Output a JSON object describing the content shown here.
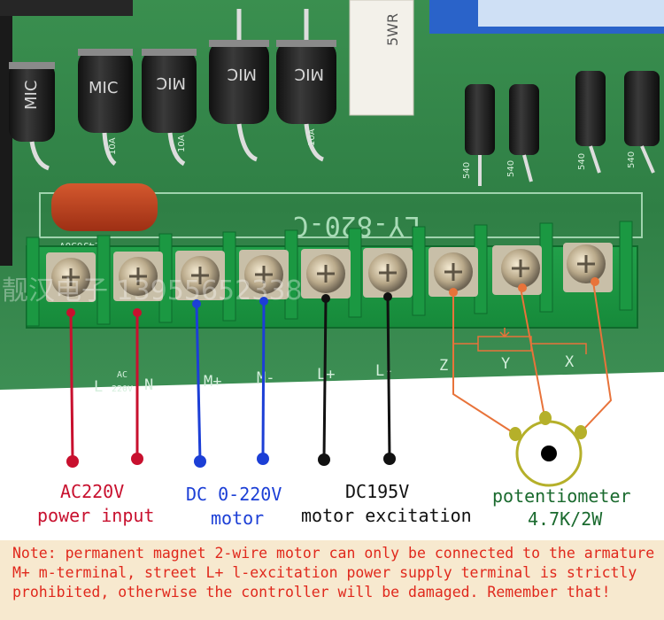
{
  "board": {
    "model": "LY-820-C",
    "cap_marking": "224J630V",
    "resistor_marking": "5WR",
    "diode_marking": "MIC",
    "diode_rating": "10A",
    "diode_rating_small": "540",
    "watermark": "靓汉电子 13955652338"
  },
  "terminals": {
    "L": "L",
    "AC": "AC",
    "V220": "220V",
    "N": "N",
    "Mplus": "M+",
    "Mminus": "M-",
    "Lplus": "L+",
    "Lminus": "L-",
    "Z": "Z",
    "Y": "Y",
    "X": "X"
  },
  "labels": {
    "ac_volt": "AC220V",
    "ac_desc": "power input",
    "dc_volt": "DC 0-220V",
    "dc_desc": "motor",
    "exc_volt": "DC195V",
    "exc_desc": "motor excitation",
    "pot_title": "potentiometer",
    "pot_rating": "4.7K/2W"
  },
  "colors": {
    "red": "#c8102e",
    "blue": "#1c3fd6",
    "black": "#111111",
    "orange": "#e8733a",
    "pot_gold": "#b5b02a"
  },
  "note": "Note: permanent magnet 2-wire motor can only be connected to the armature M+ m-terminal, street L+ l-excitation power supply terminal is strictly prohibited, otherwise the controller will be damaged. Remember that!"
}
